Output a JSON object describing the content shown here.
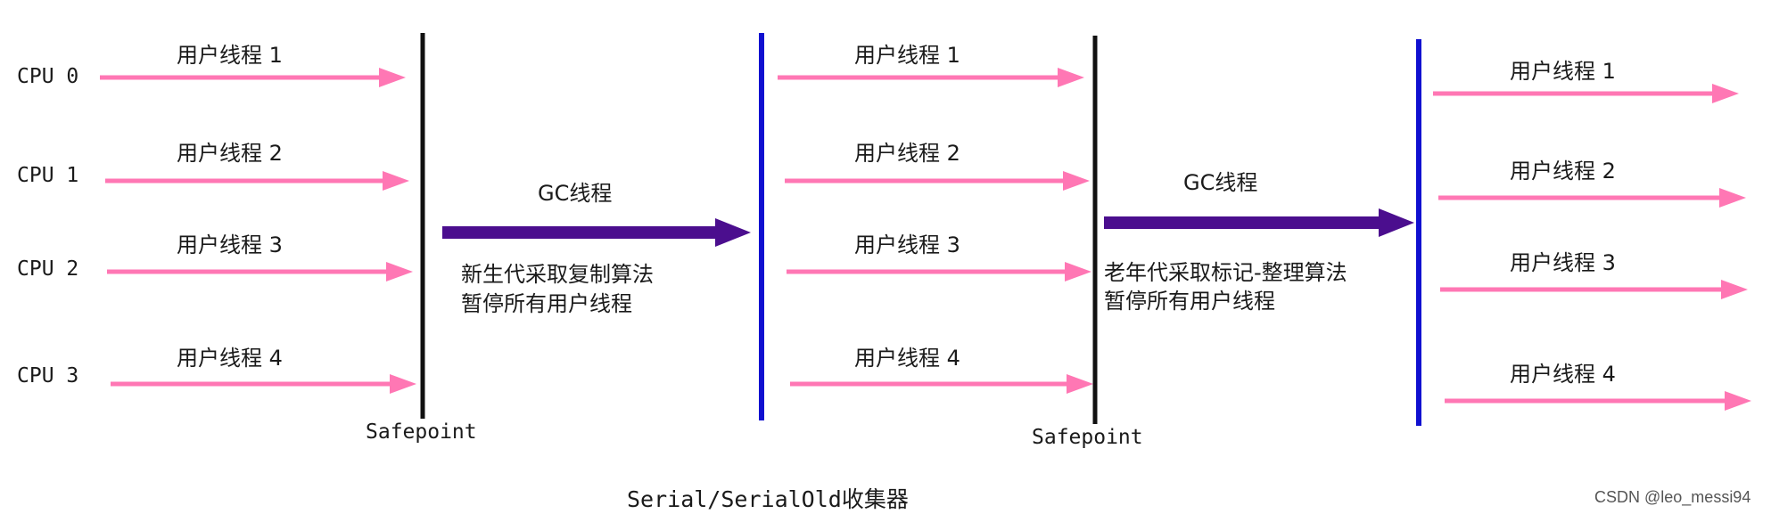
{
  "cpus": [
    "CPU 0",
    "CPU 1",
    "CPU 2",
    "CPU 3"
  ],
  "threads": [
    "用户线程 1",
    "用户线程 2",
    "用户线程 3",
    "用户线程 4"
  ],
  "gc_phases": [
    {
      "title": "GC线程",
      "description": [
        "新生代采取复制算法",
        "暂停所有用户线程"
      ]
    },
    {
      "title": "GC线程",
      "description": [
        "老年代采取标记-整理算法",
        "暂停所有用户线程"
      ]
    }
  ],
  "safepoint_label": "Safepoint",
  "caption": "Serial/SerialOld收集器",
  "watermark": "CSDN @leo_messi94",
  "colors": {
    "user_thread_arrow": "#ff77b4",
    "gc_thread_arrow": "#4b0e8e",
    "safepoint_line": "#111111",
    "resume_line": "#1010d0"
  }
}
